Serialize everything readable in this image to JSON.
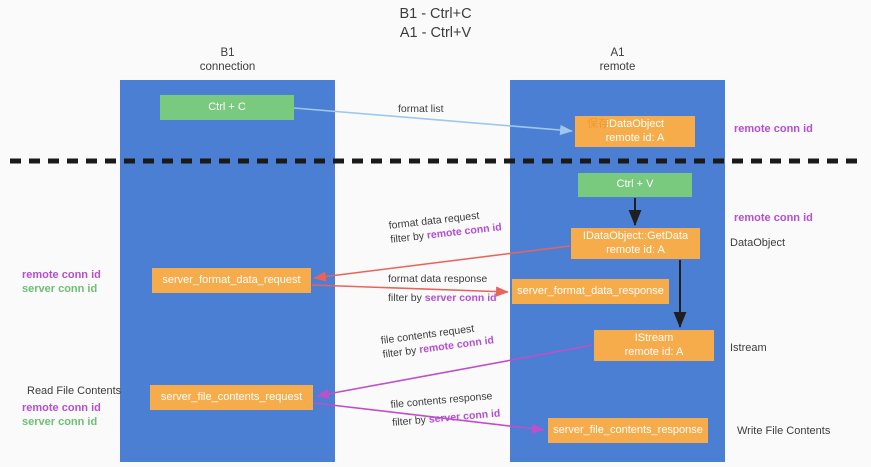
{
  "title": {
    "line1": "B1 - Ctrl+C",
    "line2": "A1 - Ctrl+V"
  },
  "lanes": [
    {
      "id": "b1",
      "name": "B1",
      "role": "connection",
      "color": "#4a7fd4"
    },
    {
      "id": "a1",
      "name": "A1",
      "role": "remote",
      "color": "#4a7fd4"
    }
  ],
  "nodes": {
    "ctrl_c": "Ctrl + C",
    "idataobject_ghost": "保存",
    "idataobject_l1": "IDataObject",
    "idataobject_l2": "remote id: A",
    "ctrl_v": "Ctrl + V",
    "getdata_l1": "IDataObject::GetData",
    "getdata_l2": "remote id: A",
    "server_format_data_request": "server_format_data_request",
    "server_format_data_response": "server_format_data_response",
    "istream_l1": "IStream",
    "istream_l2": "remote id: A",
    "server_file_contents_request": "server_file_contents_request",
    "server_file_contents_response": "server_file_contents_response"
  },
  "edges": [
    {
      "id": "format-list",
      "label": "format list",
      "color": "#9ec7ee"
    },
    {
      "id": "format-data-request",
      "label": "format data request",
      "filter_prefix": "filter by ",
      "filter_key": "remote conn id",
      "color": "#e8645a"
    },
    {
      "id": "format-data-response",
      "label": "format data response",
      "filter_prefix": "filter by ",
      "filter_key": "server conn id",
      "color": "#e8645a"
    },
    {
      "id": "file-contents-request",
      "label": "file contents request",
      "filter_prefix": "filter by ",
      "filter_key": "remote conn id",
      "color": "#c04fc9"
    },
    {
      "id": "file-contents-response",
      "label": "file contents response",
      "filter_prefix": "filter by ",
      "filter_key": "server conn id",
      "color": "#c04fc9"
    }
  ],
  "side_labels": {
    "remote_conn_id_top": "remote conn id",
    "remote_conn_id_mid": "remote conn id",
    "dataobject": "DataObject",
    "istream": "Istream",
    "write_file_contents": "Write File Contents",
    "read_file_contents": "Read File Contents",
    "left_remote_conn_id_1": "remote conn id",
    "left_server_conn_id_1": "server conn id",
    "left_remote_conn_id_2": "remote conn id",
    "left_server_conn_id_2": "server conn id"
  },
  "colors": {
    "lane": "#4a7fd4",
    "node_green": "#79c97f",
    "node_orange": "#f7ac4b",
    "purple": "#b44fd0",
    "green_text": "#6cbf73",
    "red_edge": "#e8645a",
    "blue_edge": "#9ec7ee",
    "magenta_edge": "#c04fc9",
    "divider": "#1a1a1a"
  }
}
